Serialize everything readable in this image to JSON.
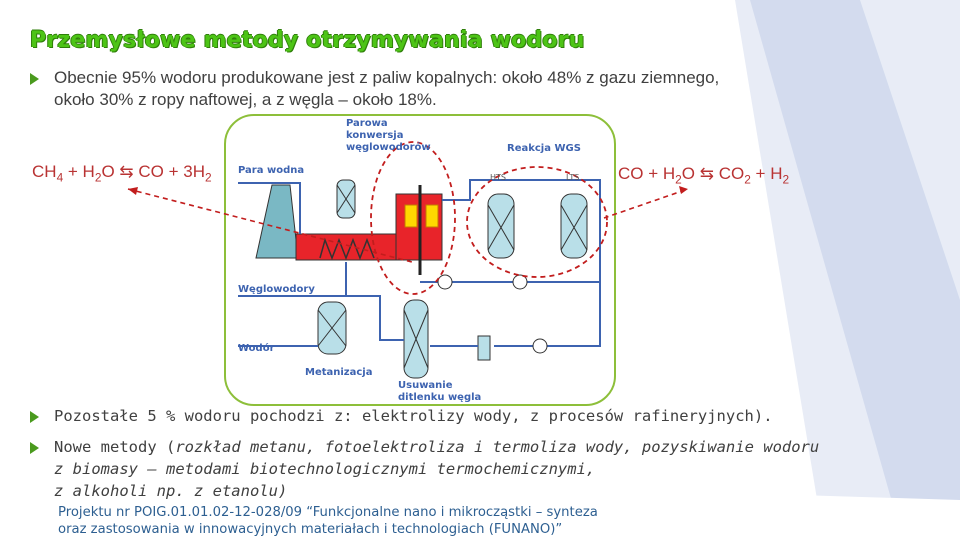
{
  "title": "Przemysłowe metody otrzymywania wodoru",
  "bullets": {
    "b1_line1": "Obecnie 95% wodoru produkowane jest z paliw kopalnych: około 48% z gazu ziemnego,",
    "b1_line2": "około 30% z ropy naftowej, a z węgla – około 18%.",
    "b2": "Pozostałe 5 % wodoru pochodzi z: elektrolizy wody, z procesów rafineryjnych).",
    "b3_prefix": "Nowe metody (",
    "b3_line1_italic": "rozkład metanu, fotoelektroliza i termoliza wody, pozyskiwanie wodoru",
    "b3_line2": "z biomasy – metodami biotechnologicznymi termochemicznymi,",
    "b3_line3": "z alkoholi np. z etanolu)"
  },
  "equations": {
    "left": {
      "a": "CH",
      "a_sub": "4",
      "b": " + H",
      "b_sub": "2",
      "c": "O ⇆ CO + 3H",
      "c_sub": "2"
    },
    "right": {
      "a": "CO + H",
      "a_sub": "2",
      "b": "O ⇆ CO",
      "b_sub": "2",
      "c": " + H",
      "c_sub": "2"
    }
  },
  "diagram": {
    "label_reforming": [
      "Parowa",
      "konwersja",
      "węglowodorów"
    ],
    "label_wgs": "Reakcja WGS",
    "label_steam": "Para wodna",
    "label_hts": "HTS",
    "label_lts": "LTS",
    "label_hydrocarbons": "Węglowodory",
    "label_hydrogen": "Wodór",
    "label_methanation": "Metanizacja",
    "label_co2": [
      "Usuwanie",
      "ditlenku węgla"
    ]
  },
  "footer": {
    "line1": "Projektu nr POIG.01.01.02-12-028/09 “Funkcjonalne nano i mikrocząstki – synteza",
    "line2": "oraz zastosowania  w innowacyjnych materiałach i technologiach (FUNANO)”"
  },
  "colors": {
    "title_green": "#4dc416",
    "bullet_green": "#4a9a1e",
    "equation_red": "#b93333",
    "diagram_blue": "#3d63b0",
    "frame_green": "#8dbf3a",
    "footer_blue": "#2d5f91"
  },
  "icons": {
    "bullet": "triangle-bullet-icon"
  }
}
